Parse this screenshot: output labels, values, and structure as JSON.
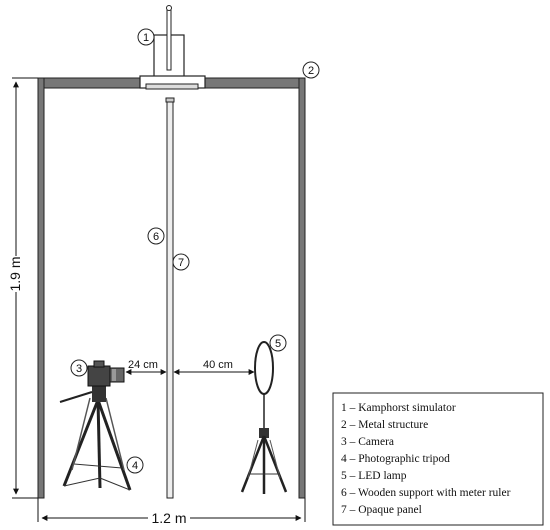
{
  "dimensions": {
    "height": "1.9 m",
    "width": "1.2 m",
    "camera_to_panel": "24 cm",
    "panel_to_lamp": "40 cm"
  },
  "callouts": {
    "c1": "1",
    "c2": "2",
    "c3": "3",
    "c4": "4",
    "c5": "5",
    "c6": "6",
    "c7": "7"
  },
  "legend": {
    "items": [
      "1 – Kamphorst simulator",
      "2 – Metal structure",
      "3 – Camera",
      "4 – Photographic tripod",
      "5 – LED lamp",
      "6 – Wooden support with meter ruler",
      "7 – Opaque panel"
    ]
  }
}
